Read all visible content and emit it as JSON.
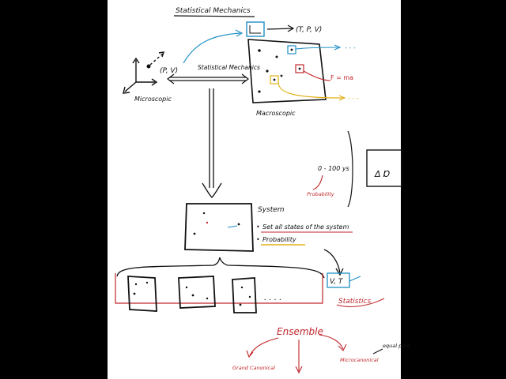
{
  "title": "Statistical Mechanics",
  "top": {
    "state_vars": "(T, P, V)",
    "phase_point": "(P, V)",
    "arrow_label": "Statistical Mechanics",
    "microscopic": "Microscopic",
    "macroscopic": "Macroscopic",
    "newton_law": "F = ma"
  },
  "side": {
    "time": "0 - 100 ys",
    "probability": "Probability"
  },
  "system": {
    "label": "System",
    "bullet1": "Set all states of the system",
    "bullet2": "Probability"
  },
  "statistics": {
    "vars": "V, T",
    "label": "Statistics"
  },
  "ensemble": {
    "label": "Ensemble",
    "left": "Grand Canonical",
    "right": "Microcanonical",
    "far_right": "equal prob."
  },
  "colors": {
    "ink": "#111111",
    "red": "#c0262c",
    "blue": "#1f8fc4",
    "yellow": "#e2b21a",
    "background": "#ffffff"
  }
}
